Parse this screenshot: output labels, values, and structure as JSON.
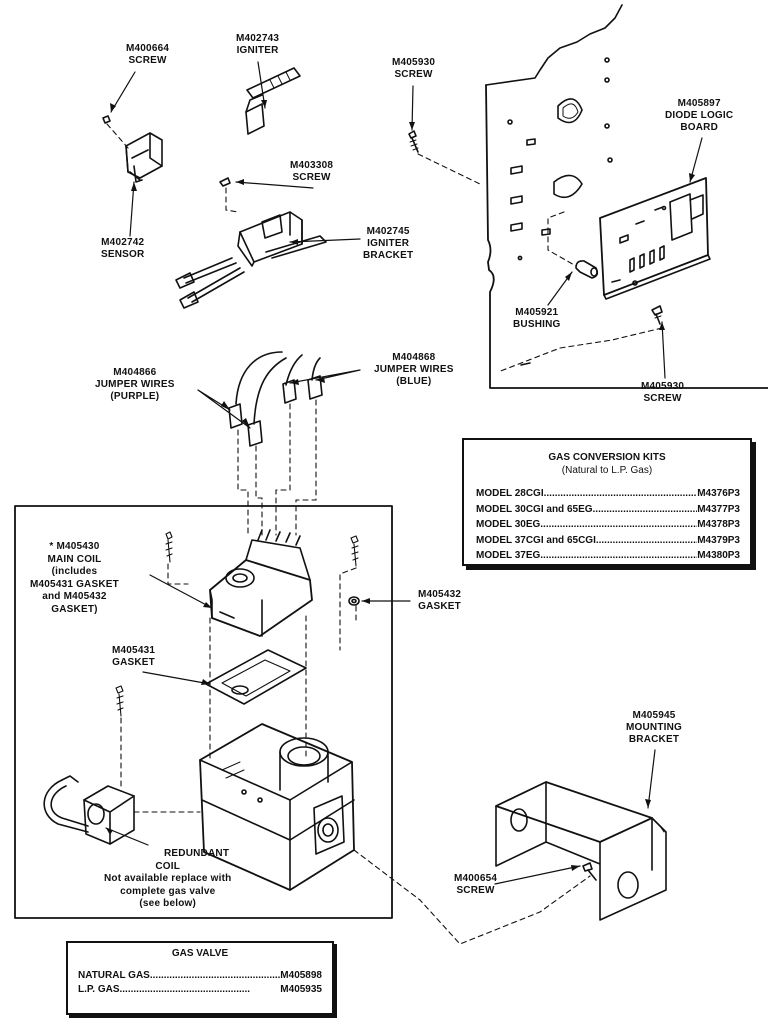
{
  "callouts": {
    "screw_m400664": {
      "part": "M400664",
      "name": "SCREW"
    },
    "igniter": {
      "part": "M402743",
      "name": "IGNITER"
    },
    "screw_m403308": {
      "part": "M403308",
      "name": "SCREW"
    },
    "sensor": {
      "part": "M402742",
      "name": "SENSOR"
    },
    "igniter_bracket": {
      "part": "M402745",
      "line1": "IGNITER",
      "line2": "BRACKET"
    },
    "screw_m405930_top": {
      "part": "M405930",
      "name": "SCREW"
    },
    "diode_logic_board": {
      "part": "M405897",
      "line1": "DIODE LOGIC",
      "line2": "BOARD"
    },
    "bushing": {
      "part": "M405921",
      "name": "BUSHING"
    },
    "screw_m405930_bottom": {
      "part": "M405930",
      "name": "SCREW"
    },
    "jumper_purple": {
      "part": "M404866",
      "line1": "JUMPER WIRES",
      "line2": "(PURPLE)"
    },
    "jumper_blue": {
      "part": "M404868",
      "line1": "JUMPER WIRES",
      "line2": "(BLUE)"
    },
    "main_coil": {
      "line1": "* M405430",
      "line2": "MAIN COIL",
      "line3": "(includes",
      "line4": "M405431 GASKET",
      "line5": "and M405432",
      "line6": "GASKET)"
    },
    "gasket_m405432": {
      "part": "M405432",
      "name": "GASKET"
    },
    "gasket_m405431": {
      "part": "M405431",
      "name": "GASKET"
    },
    "mounting_bracket": {
      "part": "M405945",
      "line1": "MOUNTING",
      "line2": "BRACKET"
    },
    "redundant_coil": {
      "line1": "REDUNDANT",
      "line2": "COIL",
      "line3": "Not available replace with",
      "line4": "complete gas valve",
      "line5": "(see below)"
    },
    "screw_m400654": {
      "part": "M400654",
      "name": "SCREW"
    }
  },
  "gas_conversion_kits": {
    "title": "GAS CONVERSION KITS",
    "subtitle": "(Natural to L.P. Gas)",
    "rows": [
      {
        "model": "MODEL  28CGI",
        "part": "M4376P3"
      },
      {
        "model": "MODEL  30CGI and 65EG",
        "part": "M4377P3"
      },
      {
        "model": "MODEL  30EG",
        "part": "M4378P3"
      },
      {
        "model": "MODEL  37CGI and 65CGI",
        "part": "M4379P3"
      },
      {
        "model": "MODEL  37EG",
        "part": "M4380P3"
      }
    ]
  },
  "gas_valve": {
    "title": "GAS VALVE",
    "rows": [
      {
        "label": "NATURAL GAS",
        "part": "M405898"
      },
      {
        "label": "L.P. GAS",
        "part": "M405935"
      }
    ]
  }
}
